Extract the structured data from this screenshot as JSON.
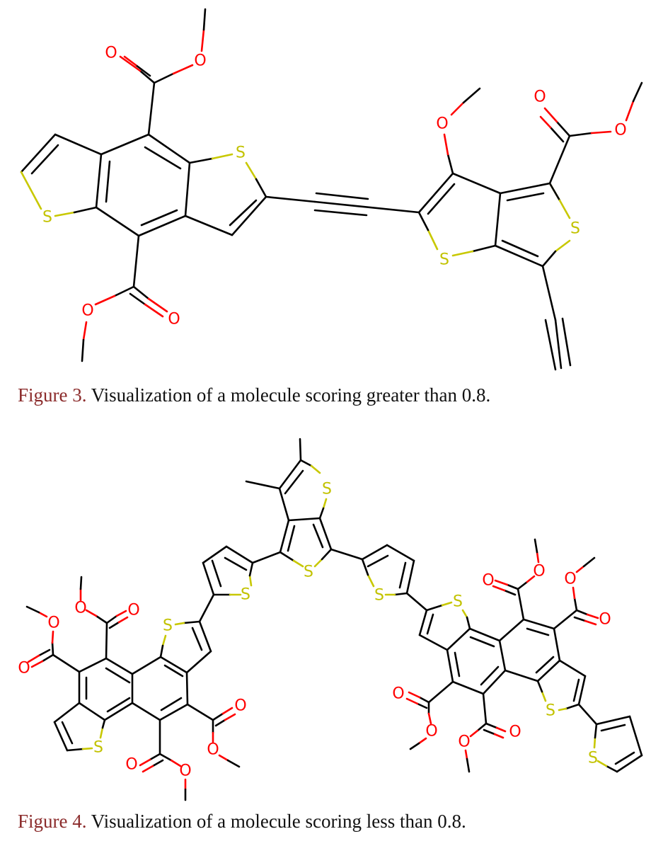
{
  "figures": [
    {
      "id": "figure-3",
      "label": "Figure 3.",
      "caption": " Visualization of a molecule scoring greater than 0.8.",
      "atoms": {
        "oxygen": "O",
        "sulfur": "S"
      }
    },
    {
      "id": "figure-4",
      "label": "Figure 4.",
      "caption": " Visualization of a molecule scoring less than 0.8.",
      "atoms": {
        "oxygen": "O",
        "sulfur": "S"
      }
    }
  ],
  "colors": {
    "caption_label": "#8b2b2b",
    "oxygen": "#ff0000",
    "sulfur": "#c2c200",
    "bond": "#000000"
  }
}
